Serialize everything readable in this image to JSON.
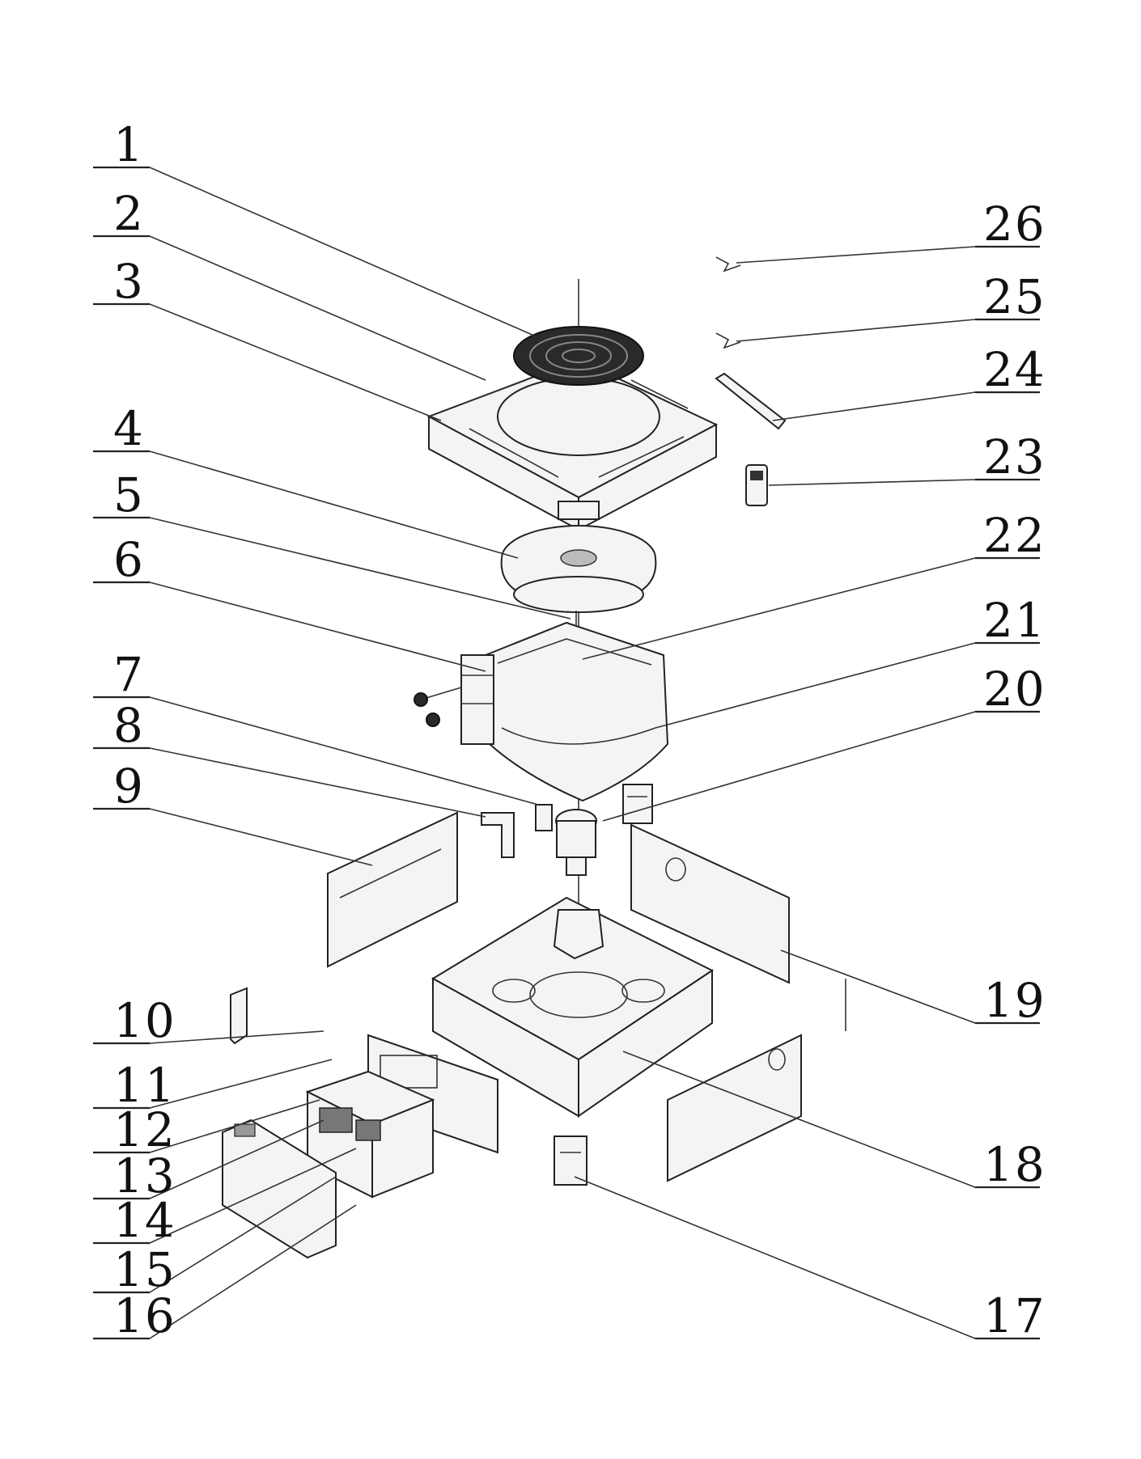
{
  "callouts": [
    {
      "label": "1"
    },
    {
      "label": "2"
    },
    {
      "label": "3"
    },
    {
      "label": "4"
    },
    {
      "label": "5"
    },
    {
      "label": "6"
    },
    {
      "label": "7"
    },
    {
      "label": "8"
    },
    {
      "label": "9"
    },
    {
      "label": "10"
    },
    {
      "label": "11"
    },
    {
      "label": "12"
    },
    {
      "label": "13"
    },
    {
      "label": "14"
    },
    {
      "label": "15"
    },
    {
      "label": "16"
    },
    {
      "label": "17"
    },
    {
      "label": "18"
    },
    {
      "label": "19"
    },
    {
      "label": "20"
    },
    {
      "label": "21"
    },
    {
      "label": "22"
    },
    {
      "label": "23"
    },
    {
      "label": "24"
    },
    {
      "label": "25"
    },
    {
      "label": "26"
    }
  ],
  "colors": {
    "ink": "#222222",
    "background": "#ffffff"
  }
}
